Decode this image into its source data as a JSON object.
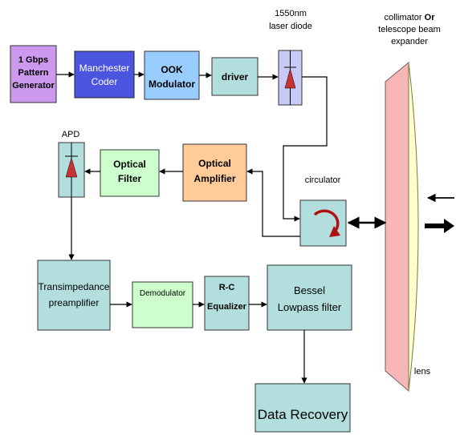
{
  "colors": {
    "pattern_gen": "#cc99ee",
    "manchester": "#4b55e0",
    "ook": "#99ccff",
    "teal_light": "#b3dede",
    "optical_filter": "#ccffcc",
    "optical_amp": "#ffcc99",
    "demodulator": "#ccffcc",
    "lens_fill": "#f7b7b7",
    "lens_edge": "#ffffcc",
    "laser_box": "#c9c9f5",
    "diode_red": "#c83232",
    "arrow": "#000000"
  },
  "blocks": {
    "pattern_gen": [
      "1 Gbps",
      "Pattern",
      "Generator"
    ],
    "manchester": [
      "Manchester",
      "Coder"
    ],
    "ook": [
      "OOK",
      "Modulator"
    ],
    "driver": "driver",
    "optical_filter": [
      "Optical",
      "Filter"
    ],
    "optical_amp": [
      "Optical",
      "Amplifier"
    ],
    "tia": [
      "Transimpedance",
      "preamplifier"
    ],
    "demodulator": "Demodulator",
    "rc_equalizer": [
      "R-C",
      "Equalizer"
    ],
    "bessel": [
      "Bessel",
      "Lowpass filter"
    ],
    "data_recovery": "Data Recovery"
  },
  "labels": {
    "laser_diode": [
      "1550nm",
      "laser diode"
    ],
    "collimator_pre": "collimator ",
    "collimator_or": "Or",
    "collimator_line2": "telescope beam",
    "collimator_line3": "expander",
    "apd": "APD",
    "circulator": "circulator",
    "lens": "lens"
  }
}
